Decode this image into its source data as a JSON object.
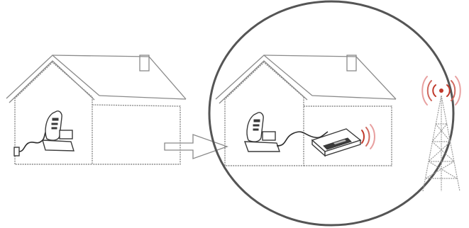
{
  "diagram": {
    "scene": [
      {
        "id": "house-before",
        "contains": [
          "cordless-phone",
          "wall-jack"
        ]
      },
      {
        "id": "arrow",
        "direction": "right"
      },
      {
        "id": "zoom-circle",
        "contains": [
          "house-after",
          "cordless-phone",
          "wifi-router",
          "router-signal-waves"
        ]
      },
      {
        "id": "cell-tower",
        "contains": [
          "tower-signal-waves"
        ]
      }
    ]
  },
  "colors": {
    "outline": "#8a8a8a",
    "device": "#3a3a3a",
    "circle": "#555555",
    "signal": "#c0392b",
    "signal_light": "#e8a0a0"
  },
  "icons": [
    "house-icon",
    "cordless-phone-icon",
    "wall-jack-icon",
    "arrow-right-icon",
    "router-icon",
    "signal-waves-icon",
    "cell-tower-icon"
  ]
}
